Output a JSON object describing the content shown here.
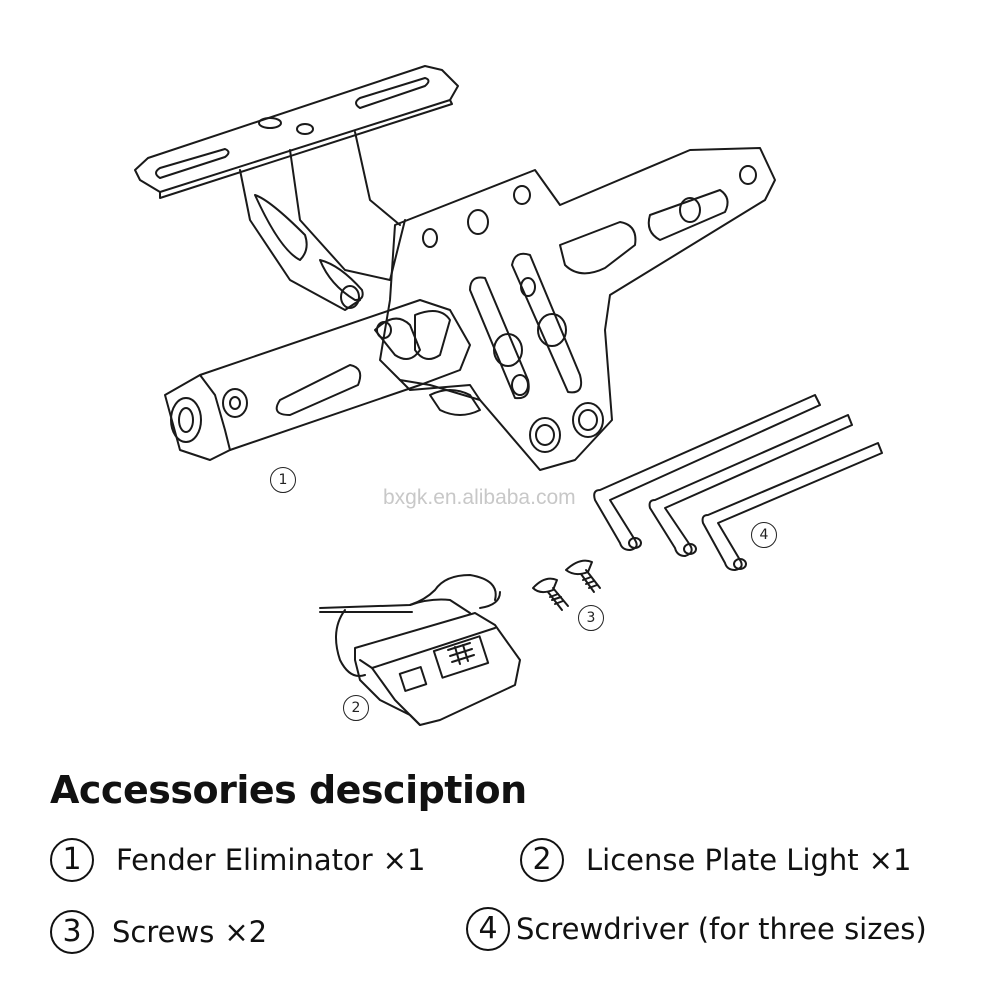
{
  "diagram": {
    "watermark": "bxgk.en.alibaba.com",
    "callouts": {
      "c1": "1",
      "c2": "2",
      "c3": "3",
      "c4": "4"
    }
  },
  "legend": {
    "title": "Accessories desciption",
    "items": [
      {
        "number": "1",
        "label": "Fender Eliminator",
        "quantity": "×1"
      },
      {
        "number": "2",
        "label": "License Plate Light",
        "quantity": "×1"
      },
      {
        "number": "3",
        "label": "Screws",
        "quantity": "×2"
      },
      {
        "number": "4",
        "label": "Screwdriver (for three sizes)",
        "quantity": ""
      }
    ]
  },
  "colors": {
    "line": "#1a1a1a",
    "background": "#ffffff",
    "watermark": "#c8c8c8"
  }
}
